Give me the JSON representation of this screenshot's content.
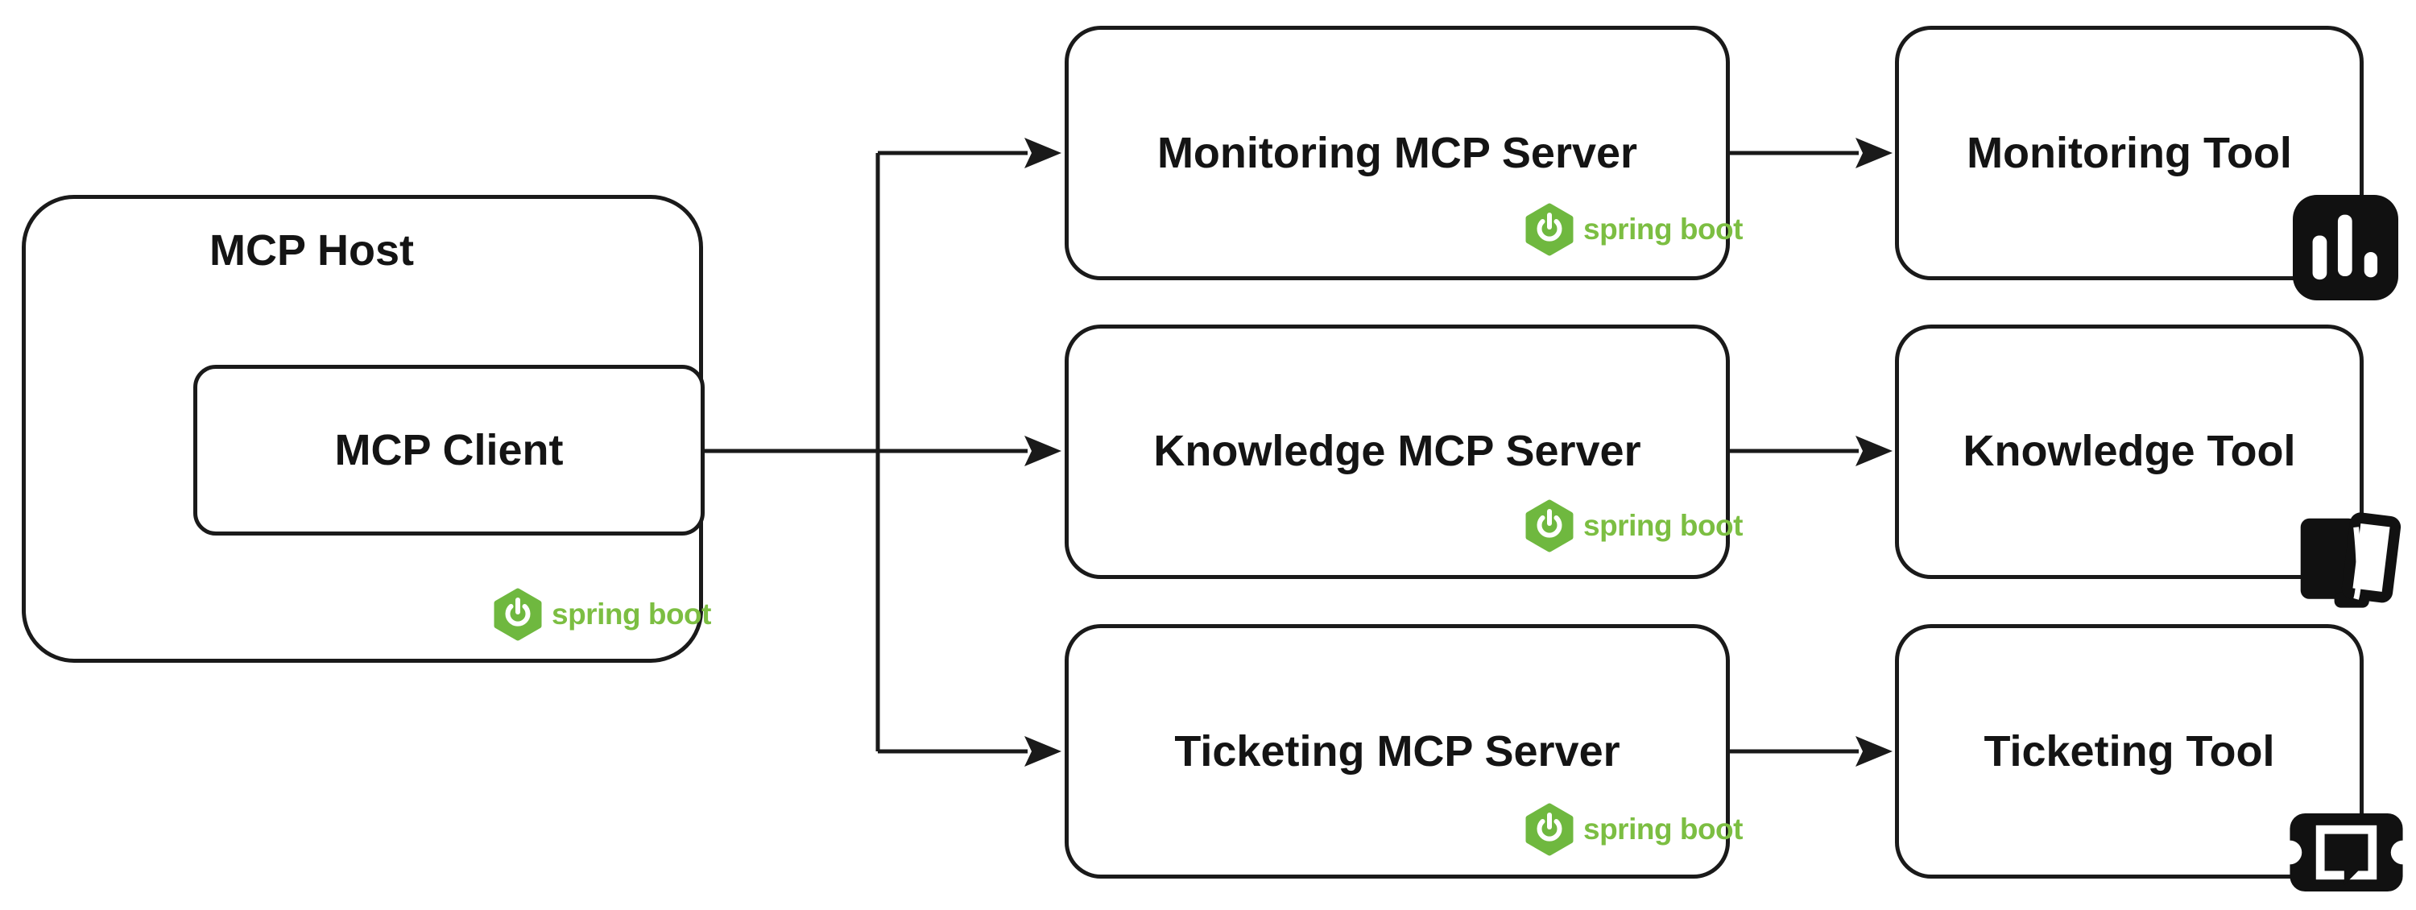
{
  "diagram": {
    "host": {
      "title": "MCP Host",
      "client_label": "MCP Client"
    },
    "servers": [
      {
        "label": "Monitoring MCP Server",
        "badge": "spring boot"
      },
      {
        "label": "Knowledge MCP Server",
        "badge": "spring boot"
      },
      {
        "label": "Ticketing MCP Server",
        "badge": "spring boot"
      }
    ],
    "tools": [
      {
        "label": "Monitoring Tool",
        "icon": "bar-chart-icon"
      },
      {
        "label": "Knowledge Tool",
        "icon": "book-icon"
      },
      {
        "label": "Ticketing Tool",
        "icon": "ticket-icon"
      }
    ],
    "badge": {
      "label": "spring boot"
    },
    "connections": [
      {
        "from": "MCP Client",
        "to": "Monitoring MCP Server"
      },
      {
        "from": "MCP Client",
        "to": "Knowledge MCP Server"
      },
      {
        "from": "MCP Client",
        "to": "Ticketing MCP Server"
      },
      {
        "from": "Monitoring MCP Server",
        "to": "Monitoring Tool"
      },
      {
        "from": "Knowledge MCP Server",
        "to": "Knowledge Tool"
      },
      {
        "from": "Ticketing MCP Server",
        "to": "Ticketing Tool"
      }
    ],
    "colors": {
      "spring_green": "#6fb83f",
      "spring_text_green": "#7cbe42",
      "line": "#1a1a1a"
    }
  }
}
